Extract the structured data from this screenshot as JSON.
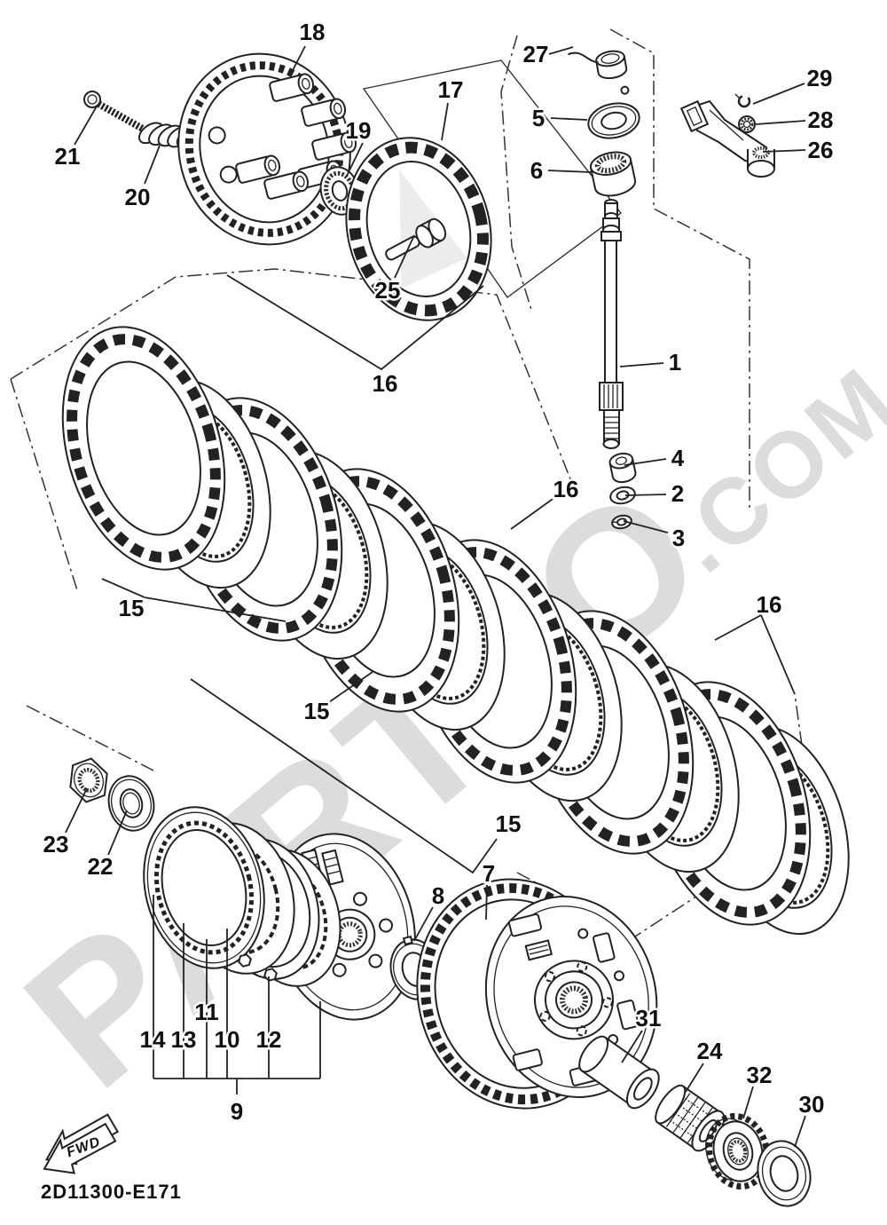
{
  "diagram": {
    "part_code": "2D11300-E171",
    "fwd_label": "FWD",
    "watermark": {
      "main": "PARTZO",
      "suffix": ".COM",
      "color": "#d4d4d4"
    },
    "callouts": {
      "c18": "18",
      "c21": "21",
      "c20": "20",
      "c17": "17",
      "c19": "19",
      "c25": "25",
      "c27": "27",
      "c5": "5",
      "c6": "6",
      "c29": "29",
      "c28": "28",
      "c26": "26",
      "c1": "1",
      "c4": "4",
      "c2": "2",
      "c3": "3",
      "c16a": "16",
      "c16b": "16",
      "c16c": "16",
      "c15a": "15",
      "c15b": "15",
      "c15c": "15",
      "c23": "23",
      "c22": "22",
      "c14": "14",
      "c13": "13",
      "c11": "11",
      "c10": "10",
      "c12": "12",
      "c9": "9",
      "c8": "8",
      "c7": "7",
      "c31": "31",
      "c24": "24",
      "c32": "32",
      "c30": "30"
    }
  }
}
